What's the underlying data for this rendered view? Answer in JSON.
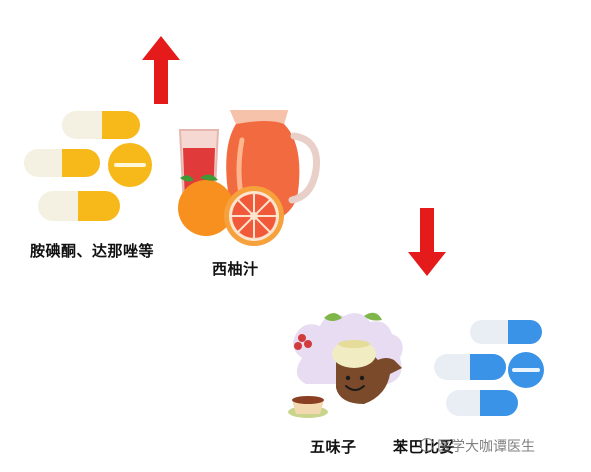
{
  "labels": {
    "drug_a": "胺碘酮、达那唑等",
    "grapefruit": "西柚汁",
    "schisandra": "五味子",
    "drug_b": "苯巴比妥"
  },
  "watermark": {
    "text": "医学大咖谭医生"
  },
  "icons": {
    "up_arrow": "up-arrow-icon",
    "down_arrow": "down-arrow-icon",
    "yellow_pills": "capsule-pills-icon",
    "grapefruit_juice": "juice-pitcher-icon",
    "schisandra_tea": "tea-pot-icon",
    "blue_pills": "capsule-pills-icon"
  },
  "colors": {
    "arrow_red": "#e51b1b",
    "pill_yellow": "#f7b81a",
    "pill_blue": "#3a93e6",
    "juice_red": "#f05a3a"
  }
}
